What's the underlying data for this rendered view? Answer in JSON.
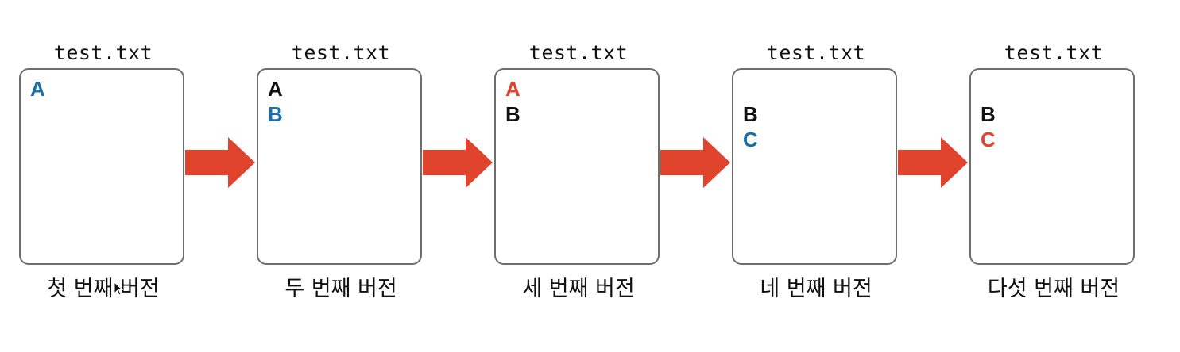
{
  "colors": {
    "blue": "#1a6fa8",
    "red": "#e0442c",
    "black": "#111111",
    "border": "#6e6e6e",
    "arrow": "#e0442c"
  },
  "versions": [
    {
      "filename": "test.txt",
      "label": "첫 번째 버전",
      "lines": [
        {
          "text": "A",
          "color": "blue",
          "slot": 0
        }
      ]
    },
    {
      "filename": "test.txt",
      "label": "두 번째 버전",
      "lines": [
        {
          "text": "A",
          "color": "black",
          "slot": 0
        },
        {
          "text": "B",
          "color": "blue",
          "slot": 1
        }
      ]
    },
    {
      "filename": "test.txt",
      "label": "세 번째 버전",
      "lines": [
        {
          "text": "A",
          "color": "red",
          "slot": 0
        },
        {
          "text": "B",
          "color": "black",
          "slot": 1
        }
      ]
    },
    {
      "filename": "test.txt",
      "label": "네 번째 버전",
      "lines": [
        {
          "text": "B",
          "color": "black",
          "slot": 1
        },
        {
          "text": "C",
          "color": "blue",
          "slot": 2
        }
      ]
    },
    {
      "filename": "test.txt",
      "label": "다섯 번째 버전",
      "lines": [
        {
          "text": "B",
          "color": "black",
          "slot": 1
        },
        {
          "text": "C",
          "color": "red",
          "slot": 2
        }
      ]
    }
  ],
  "arrows": [
    {
      "from": 0,
      "to": 1,
      "icon": "right-arrow-icon"
    },
    {
      "from": 1,
      "to": 2,
      "icon": "right-arrow-icon"
    },
    {
      "from": 2,
      "to": 3,
      "icon": "right-arrow-icon"
    },
    {
      "from": 3,
      "to": 4,
      "icon": "right-arrow-icon"
    }
  ],
  "cursor": {
    "icon": "mouse-pointer-icon"
  }
}
